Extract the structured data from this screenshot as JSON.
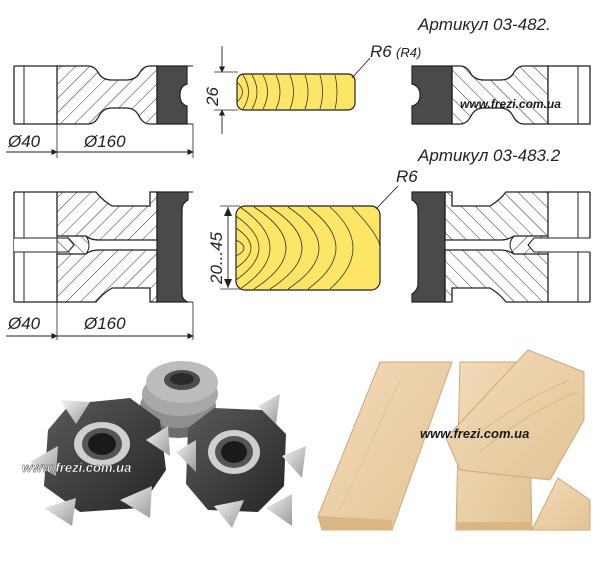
{
  "diagram_top": {
    "article": "Артикул 03-482.",
    "radius_label": "R6",
    "radius_alt": "(R4)",
    "height_label": "26",
    "bore_label": "Ø40",
    "diameter_label": "Ø160"
  },
  "diagram_bottom": {
    "article": "Артикул 03-483.2",
    "radius_label": "R6",
    "height_label": "20...45",
    "bore_label": "Ø40",
    "diameter_label": "Ø160"
  },
  "watermarks": {
    "top": "www.frezi.com.ua",
    "cutters": "www.frezi.com.ua",
    "boards": "www.frezi.com.ua"
  },
  "colors": {
    "wood_profile": "#fde566",
    "steel_dark": "#4a4a4a",
    "board_light": "#ecd2ad",
    "board_edge": "#d6b587"
  }
}
